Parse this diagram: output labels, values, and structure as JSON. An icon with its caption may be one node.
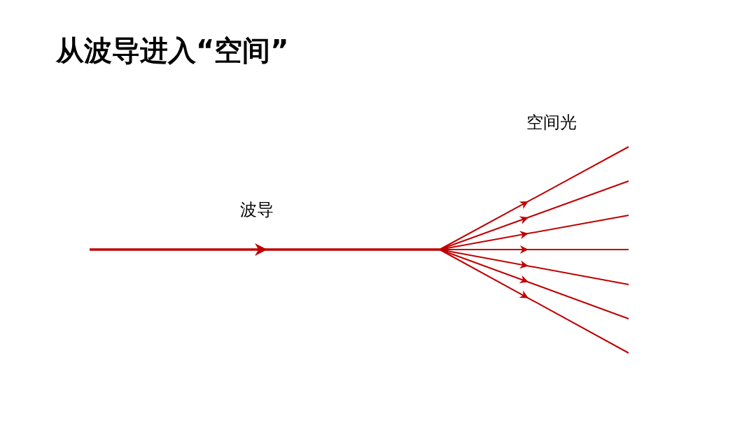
{
  "diagram": {
    "title": "从波导进入“空间”",
    "labels": [
      "波导",
      "空间光"
    ]
  }
}
